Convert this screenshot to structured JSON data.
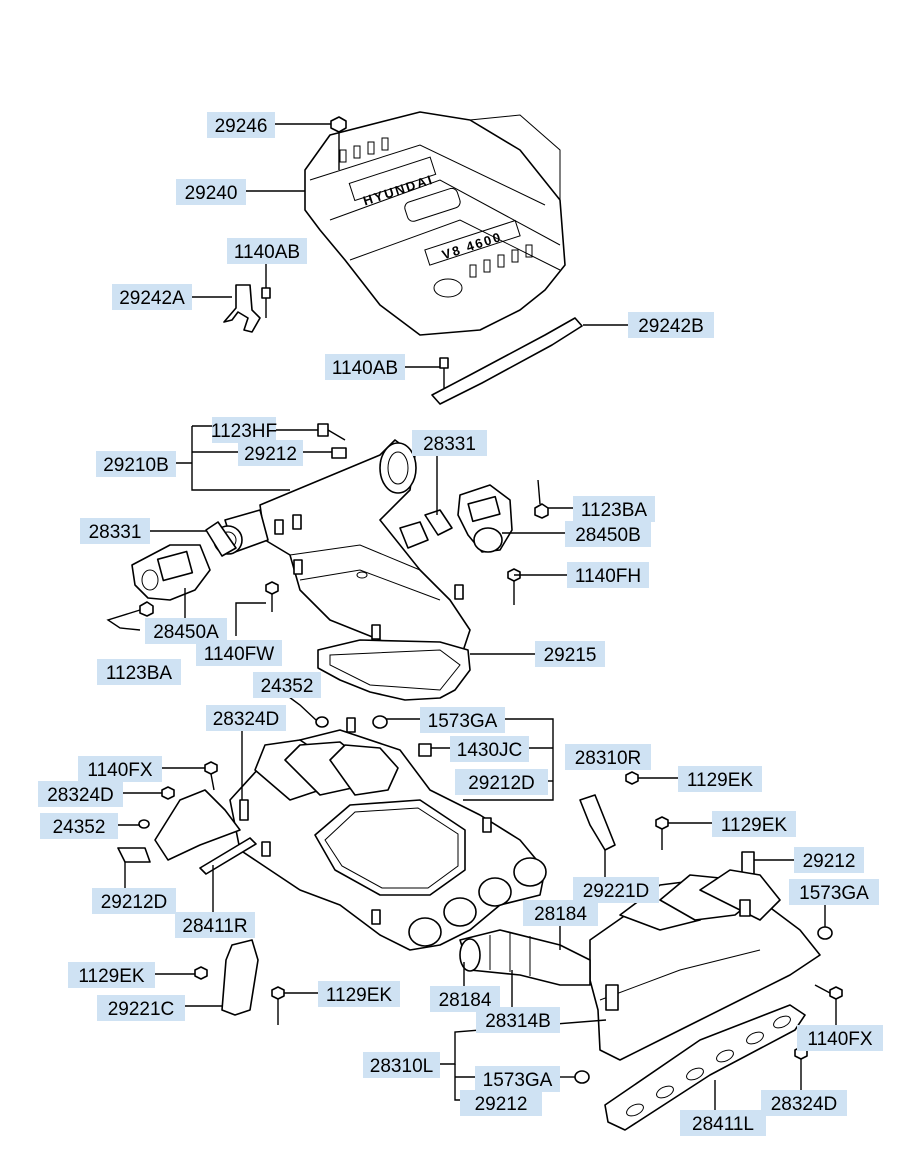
{
  "labels": [
    {
      "id": "l29246",
      "text": "29246"
    },
    {
      "id": "l29240",
      "text": "29240"
    },
    {
      "id": "l1140AB_a",
      "text": "1140AB"
    },
    {
      "id": "l29242A",
      "text": "29242A"
    },
    {
      "id": "l29242B",
      "text": "29242B"
    },
    {
      "id": "l1140AB_b",
      "text": "1140AB"
    },
    {
      "id": "l1123HF",
      "text": "1123HF"
    },
    {
      "id": "l29212_a",
      "text": "29212"
    },
    {
      "id": "l29210B",
      "text": "29210B"
    },
    {
      "id": "l28331_a",
      "text": "28331"
    },
    {
      "id": "l28331_b",
      "text": "28331"
    },
    {
      "id": "l1123BA_a",
      "text": "1123BA"
    },
    {
      "id": "l28450B",
      "text": "28450B"
    },
    {
      "id": "l1140FH",
      "text": "1140FH"
    },
    {
      "id": "l28450A",
      "text": "28450A"
    },
    {
      "id": "l1140FW",
      "text": "1140FW"
    },
    {
      "id": "l1123BA_b",
      "text": "1123BA"
    },
    {
      "id": "l29215",
      "text": "29215"
    },
    {
      "id": "l24352_a",
      "text": "24352"
    },
    {
      "id": "l28324D_a",
      "text": "28324D"
    },
    {
      "id": "l1573GA_a",
      "text": "1573GA"
    },
    {
      "id": "l1430JC",
      "text": "1430JC"
    },
    {
      "id": "l28310R",
      "text": "28310R"
    },
    {
      "id": "l29212D_a",
      "text": "29212D"
    },
    {
      "id": "l1140FX_a",
      "text": "1140FX"
    },
    {
      "id": "l28324D_b",
      "text": "28324D"
    },
    {
      "id": "l1129EK_a",
      "text": "1129EK"
    },
    {
      "id": "l1129EK_b",
      "text": "1129EK"
    },
    {
      "id": "l24352_b",
      "text": "24352"
    },
    {
      "id": "l29212D_b",
      "text": "29212D"
    },
    {
      "id": "l28411R",
      "text": "28411R"
    },
    {
      "id": "l29221D",
      "text": "29221D"
    },
    {
      "id": "l29212_b",
      "text": "29212"
    },
    {
      "id": "l1573GA_b",
      "text": "1573GA"
    },
    {
      "id": "l28184_a",
      "text": "28184"
    },
    {
      "id": "l28184_b",
      "text": "28184"
    },
    {
      "id": "l28314B",
      "text": "28314B"
    },
    {
      "id": "l1129EK_c",
      "text": "1129EK"
    },
    {
      "id": "l29221C",
      "text": "29221C"
    },
    {
      "id": "l1129EK_d",
      "text": "1129EK"
    },
    {
      "id": "l1140FX_b",
      "text": "1140FX"
    },
    {
      "id": "l28310L",
      "text": "28310L"
    },
    {
      "id": "l1573GA_c",
      "text": "1573GA"
    },
    {
      "id": "l29212_c",
      "text": "29212"
    },
    {
      "id": "l28324D_c",
      "text": "28324D"
    },
    {
      "id": "l28411L",
      "text": "28411L"
    }
  ],
  "cover": {
    "brand": "HYUNDAI",
    "engine": "V8 4600"
  },
  "colors": {
    "label_bg": "#cfe2f3",
    "line": "#000000"
  }
}
